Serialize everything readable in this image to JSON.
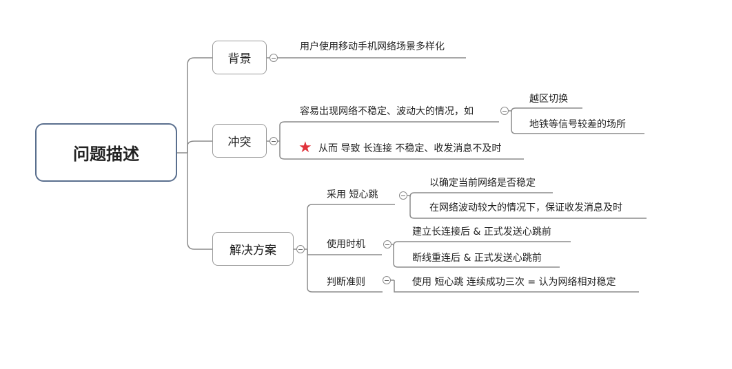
{
  "root": {
    "label": "问题描述"
  },
  "branches": [
    {
      "label": "背景",
      "children": [
        {
          "label": "用户使用移动手机网络场景多样化"
        }
      ]
    },
    {
      "label": "冲突",
      "children": [
        {
          "label": "容易出现网络不稳定、波动大的情况，如",
          "children": [
            {
              "label": "越区切换"
            },
            {
              "label": "地铁等信号较差的场所"
            }
          ]
        },
        {
          "label": "从而 导致 长连接 不稳定、收发消息不及时",
          "icon": "star-icon"
        }
      ]
    },
    {
      "label": "解决方案",
      "children": [
        {
          "label": "采用 短心跳",
          "children": [
            {
              "label": "以确定当前网络是否稳定"
            },
            {
              "label": "在网络波动较大的情况下，保证收发消息及时"
            }
          ]
        },
        {
          "label": "使用时机",
          "children": [
            {
              "label": "建立长连接后 & 正式发送心跳前"
            },
            {
              "label": "断线重连后 & 正式发送心跳前"
            }
          ]
        },
        {
          "label": "判断准则",
          "children": [
            {
              "label": "使用 短心跳 连续成功三次 = 认为网络相对稳定"
            }
          ]
        }
      ]
    }
  ],
  "colors": {
    "line": "#8c8c8c",
    "root_border": "#5a6f8e",
    "star": "#e0323b"
  }
}
